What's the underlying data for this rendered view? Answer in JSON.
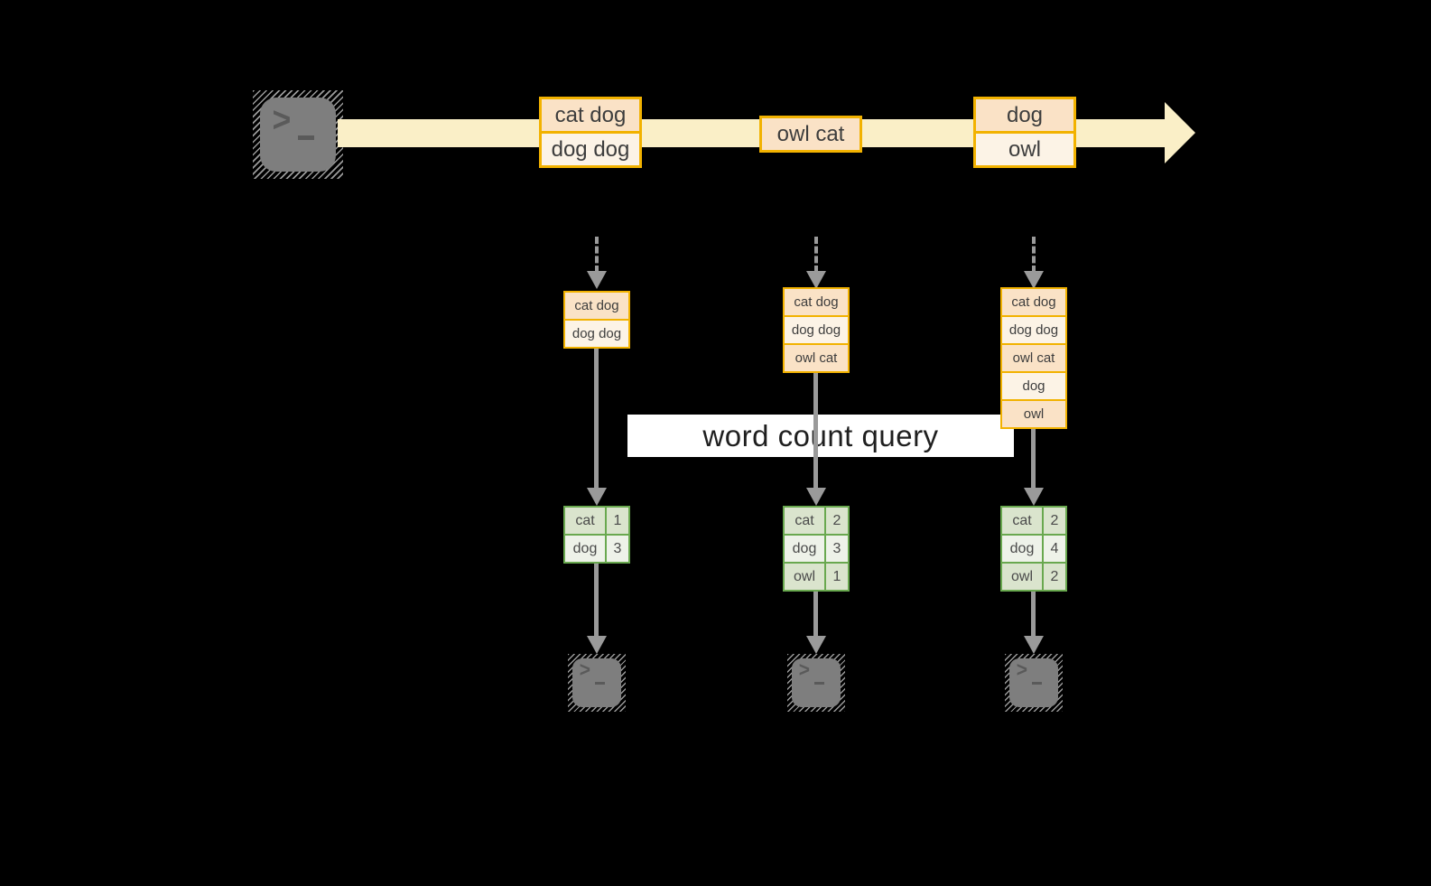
{
  "banner": {
    "label": "word count query"
  },
  "stream": {
    "batches": [
      {
        "lines": [
          "cat dog",
          "dog dog"
        ]
      },
      {
        "lines": [
          "owl cat"
        ]
      },
      {
        "lines": [
          "dog",
          "owl"
        ]
      }
    ]
  },
  "micro_batches": [
    {
      "lines": [
        "cat dog",
        "dog dog"
      ]
    },
    {
      "lines": [
        "cat dog",
        "dog dog",
        "owl cat"
      ]
    },
    {
      "lines": [
        "cat dog",
        "dog dog",
        "owl cat",
        "dog",
        "owl"
      ]
    }
  ],
  "word_counts": [
    {
      "rows": [
        {
          "word": "cat",
          "count": "1"
        },
        {
          "word": "dog",
          "count": "3"
        }
      ]
    },
    {
      "rows": [
        {
          "word": "cat",
          "count": "2"
        },
        {
          "word": "dog",
          "count": "3"
        },
        {
          "word": "owl",
          "count": "1"
        }
      ]
    },
    {
      "rows": [
        {
          "word": "cat",
          "count": "2"
        },
        {
          "word": "dog",
          "count": "4"
        },
        {
          "word": "owl",
          "count": "2"
        }
      ]
    }
  ],
  "colors": {
    "background": "#000000",
    "stream_fill": "#FAEFC7",
    "batch_border": "#F2B200",
    "batch_fill_dark": "#FAE2C6",
    "batch_fill_light": "#FCF3E6",
    "table_border": "#69A84F",
    "table_fill_dark": "#DAE4CD",
    "table_fill_light": "#EEF2E9",
    "arrow_gray": "#9A9A9A",
    "banner_bg": "#FFFFFF",
    "terminal_gray": "#7E7E7E"
  }
}
